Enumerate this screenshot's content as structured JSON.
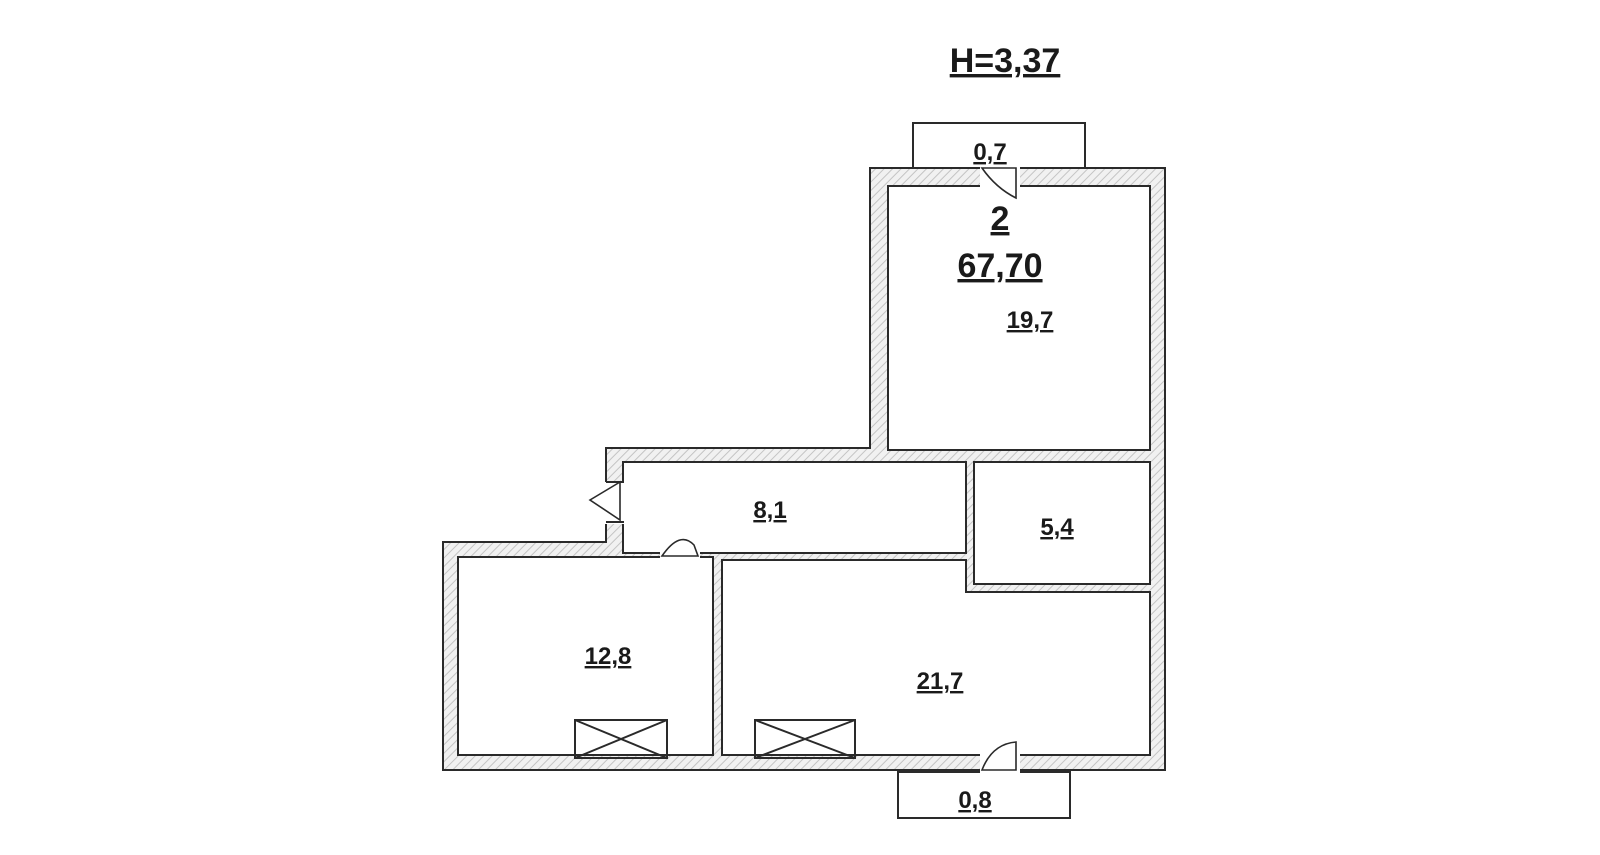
{
  "header": {
    "ceiling_height": "H=3,37"
  },
  "apartment": {
    "rooms_count": "2",
    "total_area": "67,70"
  },
  "rooms": {
    "room_top": "19,7",
    "corridor": "8,1",
    "bathroom": "5,4",
    "room_left": "12,8",
    "room_kitchen": "21,7"
  },
  "balconies": {
    "top": "0,7",
    "bottom": "0,8"
  }
}
